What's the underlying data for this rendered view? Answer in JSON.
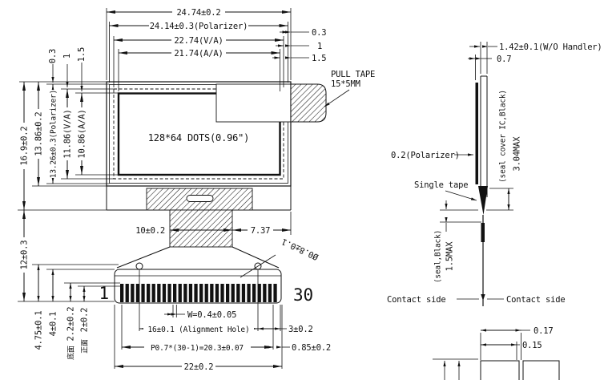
{
  "front_view": {
    "display_area_label": "128*64 DOTS(0.96\")",
    "pin_first": "1",
    "pin_last": "30",
    "pull_tape": {
      "line1": "PULL TAPE",
      "line2": "15*5MM"
    },
    "dims": {
      "width_outline": "24.74±0.2",
      "width_polarizer": "24.14±0.3(Polarizer)",
      "width_va": "22.74(V/A)",
      "width_aa": "21.74(A/A)",
      "edge_gap_polarizer": "0.3",
      "edge_gap_va": "1",
      "edge_gap_aa": "1.5",
      "top_gap_polarizer": "0.3",
      "top_gap_va": "1",
      "top_gap_aa": "1.5",
      "height_total": "16.9±0.2",
      "height_outline": "13.86±0.2",
      "height_polarizer": "13.26±0.3(Polarizer)",
      "height_va": "11.86(V/A)",
      "height_aa": "10.86(A/A)",
      "fpc_neck_width": "10±0.2",
      "neck_to_edge": "7.37",
      "hole_diameter": "Ø0.8±0.1",
      "fpc_length": "12±0.3",
      "contact_len_475": "4.75±0.1",
      "contact_len_4": "4±0.1",
      "contact_len_22": "2.2±0.2",
      "contact_len_22_side": "底面",
      "contact_len_2": "2±0.2",
      "contact_len_2_side": "正面",
      "pin_width": "W=0.4±0.05",
      "alignment_hole_span": "16±0.1 (Alignment Hole)",
      "hole_to_edge": "3±0.2",
      "pin_pitch_span": "P0.7*(30-1)=20.3±0.07",
      "pin_margin": "0.85±0.2",
      "connector_width": "22±0.2"
    }
  },
  "side_view": {
    "dims": {
      "thickness_wo_handler": "1.42±0.1(W/O Handler)",
      "thickness_glass": "0.7",
      "seal_max": "3.04MAX",
      "seal_max_note": "(seal cover IC,Black)",
      "polarizer_thickness": "0.2(Polarizer)",
      "single_tape_label": "Single tape",
      "seal_black_max": "1.5MAX",
      "seal_black_note": "(seal,Black)",
      "contact_side_left": "Contact side",
      "contact_side_right": "Contact side"
    }
  },
  "detail_view": {
    "dims": {
      "pin_pitch_gap": "0.17",
      "pin_width_detail": "0.15"
    }
  }
}
